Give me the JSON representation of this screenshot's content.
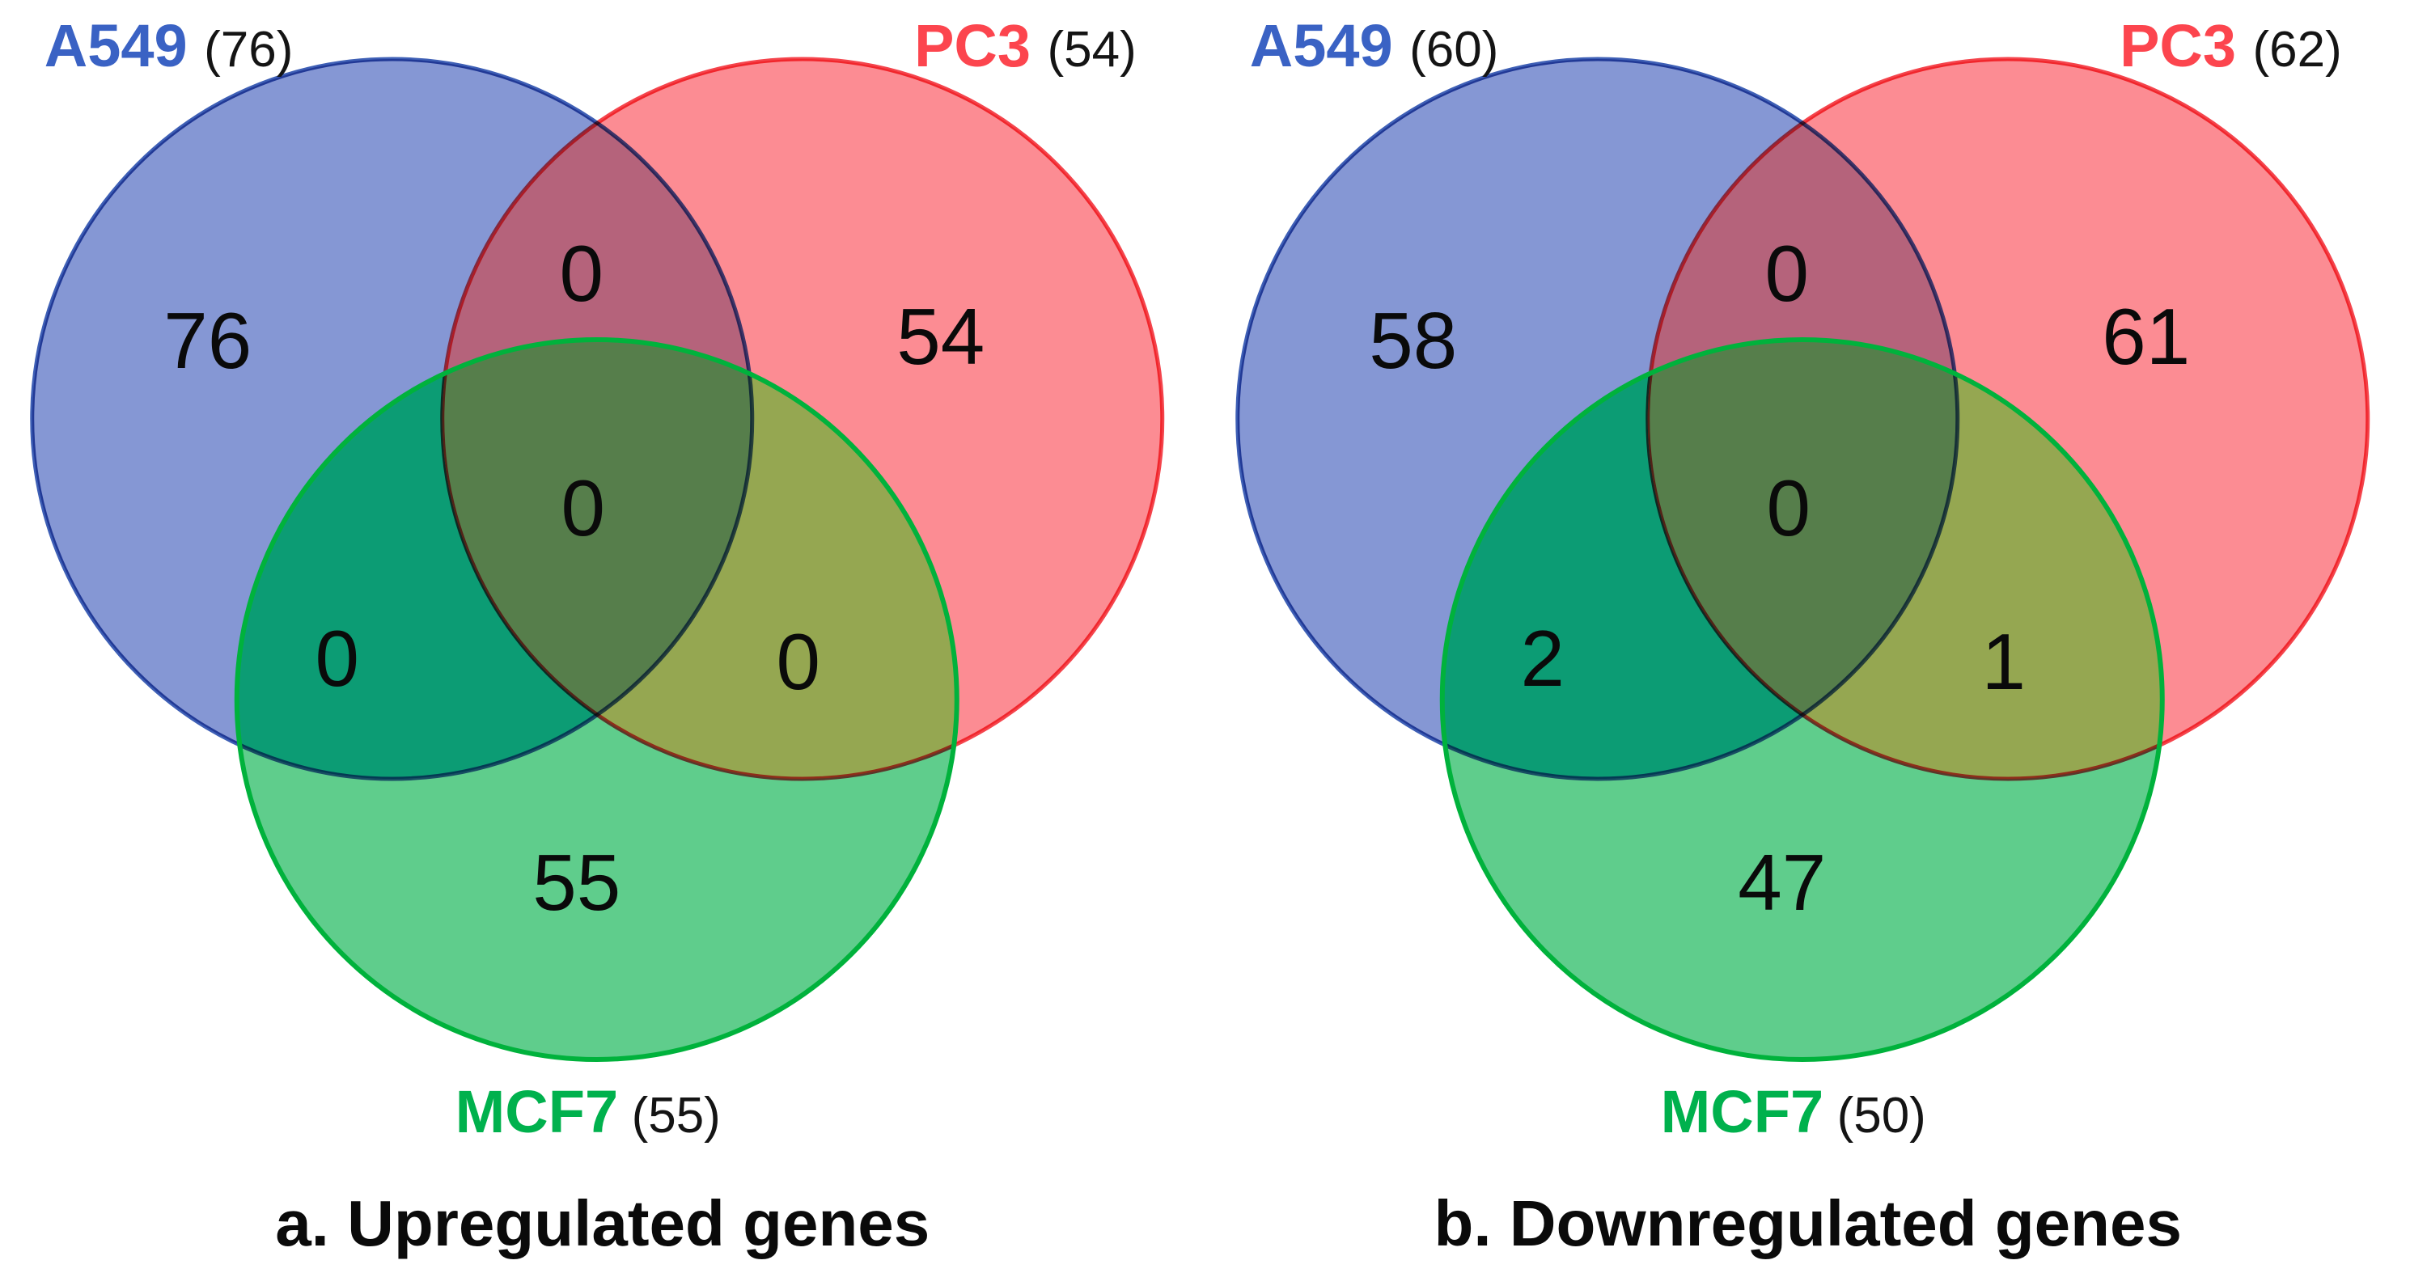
{
  "panels": [
    {
      "caption": "a. Upregulated genes",
      "sets": {
        "a549": {
          "name": "A549",
          "total": "(76)"
        },
        "pc3": {
          "name": "PC3",
          "total": "(54)"
        },
        "mcf7": {
          "name": "MCF7",
          "total": "(55)"
        }
      },
      "regions": {
        "a549_only": "76",
        "pc3_only": "54",
        "mcf7_only": "55",
        "a549_pc3": "0",
        "a549_mcf7": "0",
        "pc3_mcf7": "0",
        "all_three": "0"
      }
    },
    {
      "caption": "b. Downregulated genes",
      "sets": {
        "a549": {
          "name": "A549",
          "total": "(60)"
        },
        "pc3": {
          "name": "PC3",
          "total": "(62)"
        },
        "mcf7": {
          "name": "MCF7",
          "total": "(50)"
        }
      },
      "regions": {
        "a549_only": "58",
        "pc3_only": "61",
        "mcf7_only": "47",
        "a549_pc3": "0",
        "a549_mcf7": "2",
        "pc3_mcf7": "1",
        "all_three": "0"
      }
    }
  ],
  "colors": {
    "background": "#FFFFFF",
    "number_color": "#0A0A0A",
    "a549_label": "#3A62C4",
    "pc3_label": "#FC454E",
    "mcf7_label": "#00B14D",
    "a549_fill": "#8597D4",
    "pc3_fill": "#FC8C93",
    "mcf7_fill": "#5FCD8C",
    "a549_stroke": "#3E5FB5",
    "pc3_stroke": "#F4444C",
    "mcf7_stroke": "#00B23C",
    "a549_pc3_overlap": "#B5637B",
    "a549_mcf7_overlap": "#0C9C74",
    "pc3_mcf7_overlap": "#95A751",
    "triple_overlap": "#567E4B"
  },
  "chart_data": [
    {
      "type": "venn",
      "title": "a. Upregulated genes",
      "sets": [
        "A549",
        "PC3",
        "MCF7"
      ],
      "set_totals": [
        76,
        54,
        55
      ],
      "regions": {
        "A549_only": 76,
        "PC3_only": 54,
        "MCF7_only": 55,
        "A549_and_PC3": 0,
        "A549_and_MCF7": 0,
        "PC3_and_MCF7": 0,
        "A549_and_PC3_and_MCF7": 0
      }
    },
    {
      "type": "venn",
      "title": "b. Downregulated genes",
      "sets": [
        "A549",
        "PC3",
        "MCF7"
      ],
      "set_totals": [
        60,
        62,
        50
      ],
      "regions": {
        "A549_only": 58,
        "PC3_only": 61,
        "MCF7_only": 47,
        "A549_and_PC3": 0,
        "A549_and_MCF7": 2,
        "PC3_and_MCF7": 1,
        "A549_and_PC3_and_MCF7": 0
      }
    }
  ]
}
